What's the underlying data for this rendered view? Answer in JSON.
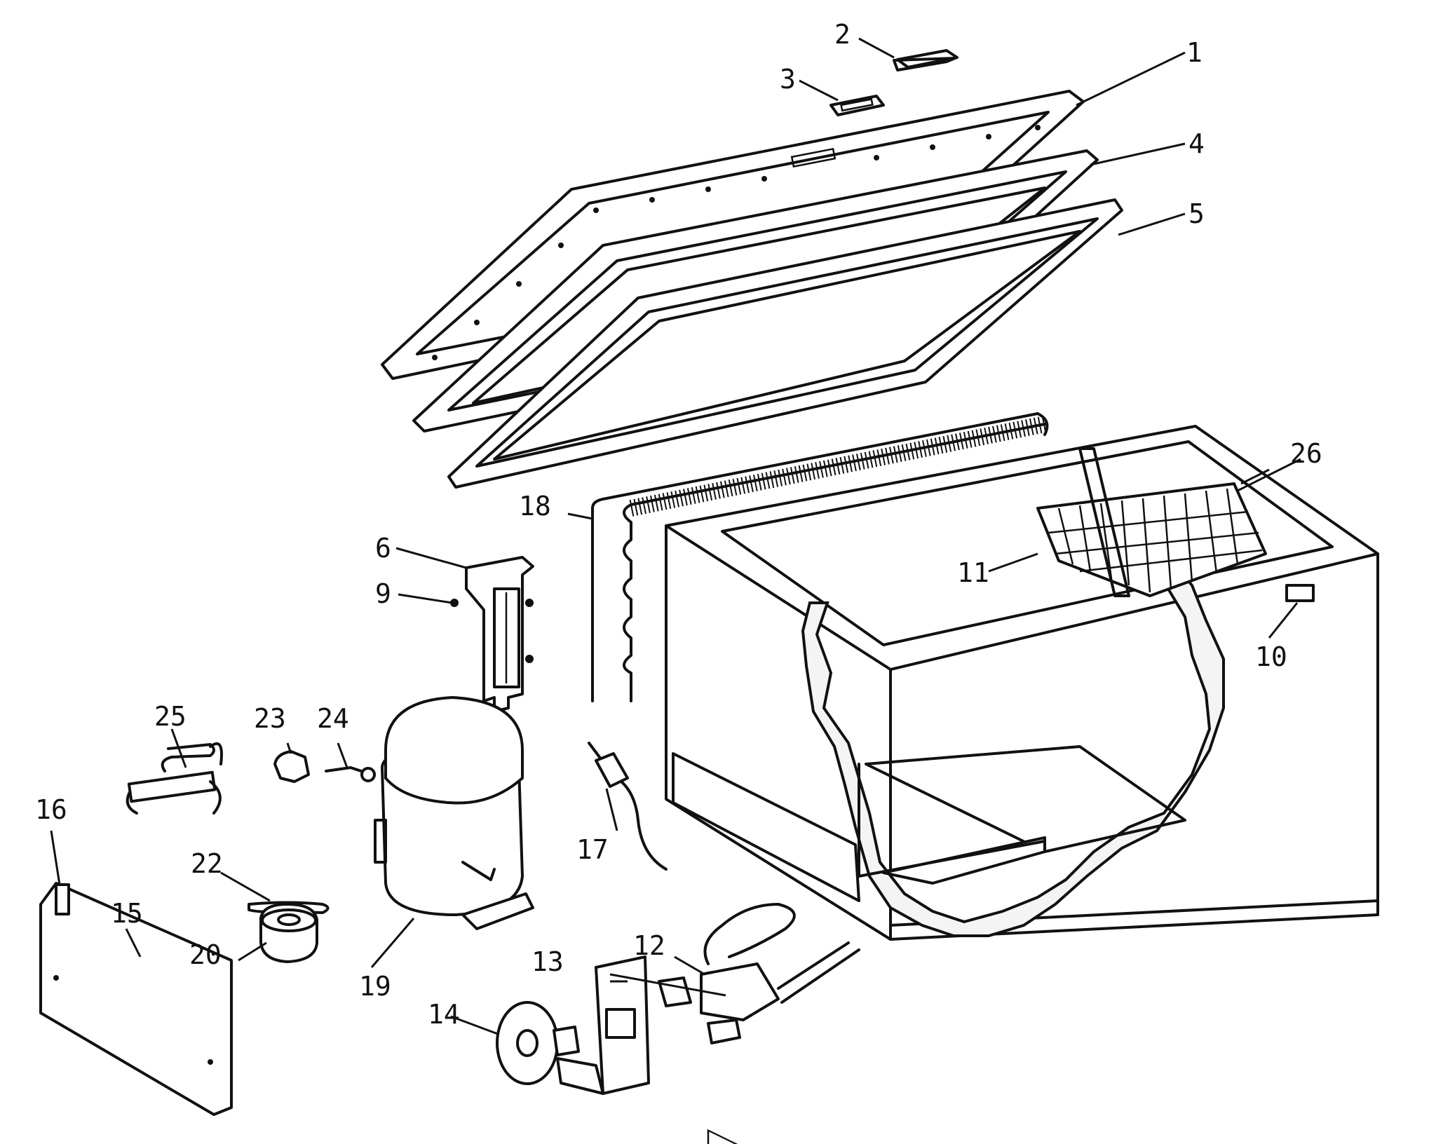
{
  "diagram": {
    "callouts": [
      {
        "id": "1",
        "text": "1"
      },
      {
        "id": "2",
        "text": "2"
      },
      {
        "id": "3",
        "text": "3"
      },
      {
        "id": "4",
        "text": "4"
      },
      {
        "id": "5",
        "text": "5"
      },
      {
        "id": "6",
        "text": "6"
      },
      {
        "id": "9",
        "text": "9"
      },
      {
        "id": "10",
        "text": "10"
      },
      {
        "id": "11",
        "text": "11"
      },
      {
        "id": "12",
        "text": "12"
      },
      {
        "id": "13",
        "text": "13"
      },
      {
        "id": "14",
        "text": "14"
      },
      {
        "id": "15",
        "text": "15"
      },
      {
        "id": "16",
        "text": "16"
      },
      {
        "id": "17",
        "text": "17"
      },
      {
        "id": "18",
        "text": "18"
      },
      {
        "id": "19",
        "text": "19"
      },
      {
        "id": "20",
        "text": "20"
      },
      {
        "id": "22",
        "text": "22"
      },
      {
        "id": "23",
        "text": "23"
      },
      {
        "id": "24",
        "text": "24"
      },
      {
        "id": "25",
        "text": "25"
      },
      {
        "id": "26",
        "text": "26"
      }
    ]
  }
}
